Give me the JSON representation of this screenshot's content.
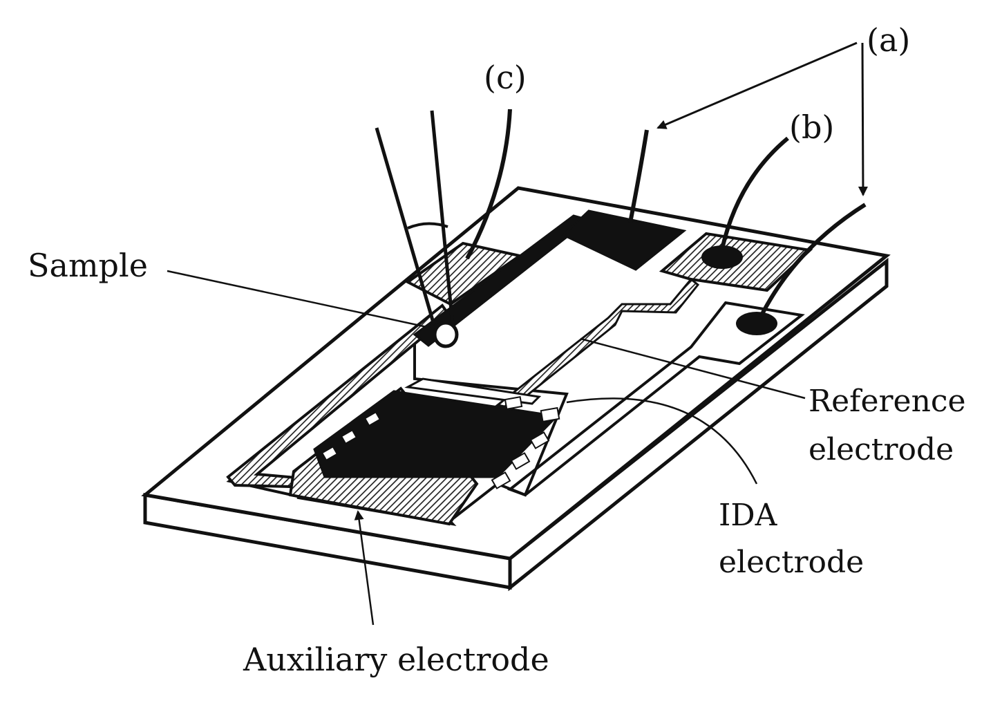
{
  "labels": {
    "a": "(a)",
    "b": "(b)",
    "c": "(c)",
    "sample": "Sample",
    "reference_line1": "Reference",
    "reference_line2": "electrode",
    "ida_line1": "IDA",
    "ida_line2": "electrode",
    "auxiliary": "Auxiliary electrode"
  },
  "colors": {
    "ink": "#111111",
    "paper": "#ffffff",
    "hatch": "#3a3a3a"
  }
}
